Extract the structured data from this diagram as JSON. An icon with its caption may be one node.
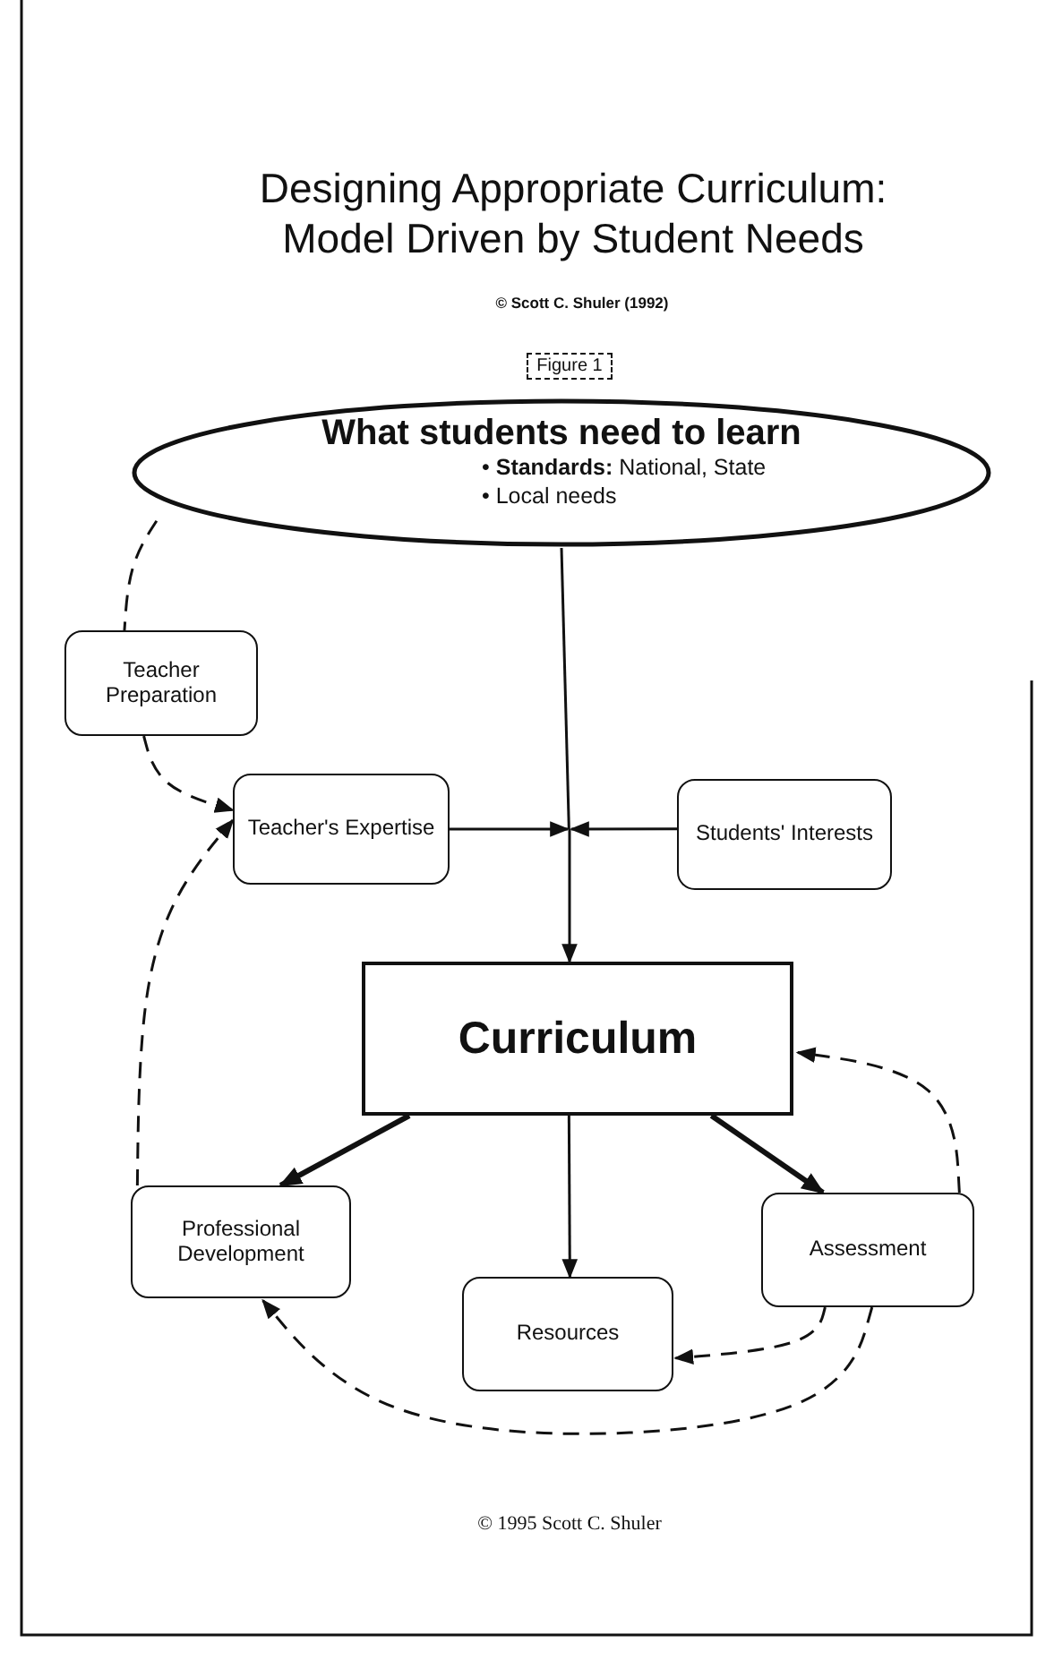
{
  "diagram": {
    "title": "Designing Appropriate Curriculum: Model Driven by Student Needs",
    "nodes": [
      {
        "text": [
          "What students need to learn",
          "• **Standards:**  National, State",
          "• Local needs"
        ]
      },
      {
        "text": [
          "Teacher Preparation"
        ]
      },
      {
        "text": [
          "Teacher's Expertise"
        ]
      },
      {
        "text": [
          "Students' Interests"
        ]
      },
      {
        "text": [
          "Curriculum"
        ]
      },
      {
        "text": [
          "Professional Development"
        ]
      },
      {
        "text": [
          "Resources"
        ]
      },
      {
        "text": [
          "Assessment"
        ]
      }
    ],
    "edges": [
      {
        "from": 0,
        "to": 1,
        "arrow": "none",
        "style": "dashed"
      },
      {
        "from": 1,
        "to": 2,
        "arrow": "to",
        "style": "dashed"
      },
      {
        "from": 5,
        "to": 2,
        "arrow": "to",
        "style": "dashed"
      },
      {
        "from": 0,
        "to": 4,
        "arrow": "to"
      },
      {
        "from": 2,
        "to": 4,
        "arrow": "to"
      },
      {
        "from": 3,
        "to": 4,
        "arrow": "to"
      },
      {
        "from": 4,
        "to": 5,
        "arrow": "to",
        "style": "thick"
      },
      {
        "from": 4,
        "to": 6,
        "arrow": "to"
      },
      {
        "from": 4,
        "to": 7,
        "arrow": "to",
        "style": "thick"
      },
      {
        "from": 7,
        "to": 4,
        "arrow": "to",
        "style": "dashed"
      },
      {
        "from": 7,
        "to": 6,
        "arrow": "to",
        "style": "dashed"
      },
      {
        "from": 7,
        "to": 5,
        "arrow": "to",
        "style": "dashed"
      }
    ],
    "labels": [
      "© Scott C. Shuler  (1992)",
      "Figure 1",
      "© 1995 Scott C. Shuler"
    ]
  }
}
